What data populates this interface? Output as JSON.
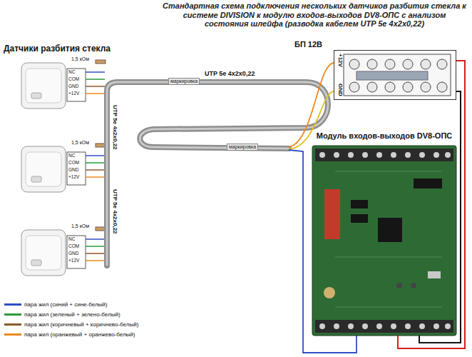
{
  "diagram": {
    "title": "Стандартная схема подключения нескольких датчиков разбития стекла к системе DIVISION к модулю входов-выходов DV8-ОПС с анализом состояния шлейфа (разводка кабелем UTP 5e 4x2x0,22)",
    "nodes": [
      {
        "text": [
          "БП 12В",
          "+12V",
          "GND"
        ]
      },
      {
        "text": [
          "Модуль входов-выходов DV8-ОПС"
        ]
      }
    ],
    "edges": [
      {
        "from": 0,
        "to": 1,
        "arrow": "none"
      },
      {
        "from": 0,
        "to": 1,
        "arrow": "none"
      }
    ],
    "labels": [
      "Датчики разбития стекла",
      "UTP 5e 4x2x0,22",
      "маркировка",
      "маркировка",
      "UTP 5e 4x2x0,22",
      "UTP 5e 4x2x0,22",
      "1,5 кОм",
      "NC",
      "COM",
      "GND",
      "+12V",
      "1,5 кОм",
      "NC",
      "COM",
      "GND",
      "+12V",
      "1,5 кОм",
      "NC",
      "COM",
      "GND",
      "+12V"
    ],
    "legend": [
      {
        "text": "пара жил (синий + сине-белый)",
        "color": "#2f4fc4"
      },
      {
        "text": "пара жил (зеленый + зелено-белый)",
        "color": "#2b9a3c"
      },
      {
        "text": "пара жил (коричневый + коричнево-белый)",
        "color": "#8b5a2b"
      },
      {
        "text": "пара жил (оранжевый + оранжево-белый)",
        "color": "#ec8a1e"
      }
    ]
  }
}
